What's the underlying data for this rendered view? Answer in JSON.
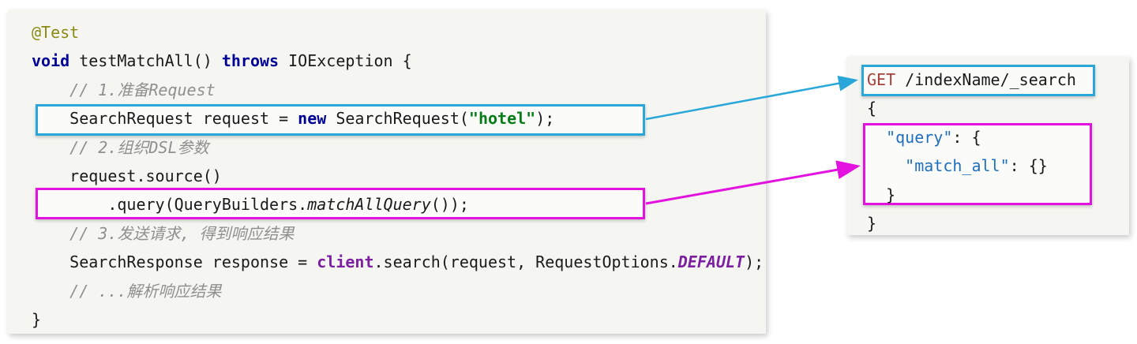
{
  "colors": {
    "panel_bg": "#F5F6F1",
    "box_cyan": "#29A7D9",
    "box_magenta": "#E412DE",
    "kw": "#000096",
    "annotation": "#8C8A16",
    "string": "#077D17",
    "comment": "#8F8F8F",
    "member": "#7C1FA0",
    "http_get": "#A8403A",
    "json_key": "#1E6FBE",
    "code": "#1A1A1A"
  },
  "left_code": {
    "description": "Java test method building an Elasticsearch match_all search request",
    "lines": [
      [
        {
          "t": "@Test",
          "c": "annotation"
        }
      ],
      [
        {
          "t": "void",
          "c": "kw"
        },
        {
          "t": " testMatchAll() "
        },
        {
          "t": "throws",
          "c": "kw"
        },
        {
          "t": " IOException {"
        }
      ],
      [
        {
          "t": "    // 1.准备Request",
          "c": "comment"
        }
      ],
      [
        {
          "t": "    SearchRequest request = "
        },
        {
          "t": "new",
          "c": "kw"
        },
        {
          "t": " SearchRequest("
        },
        {
          "t": "\"hotel\"",
          "c": "string"
        },
        {
          "t": ");"
        }
      ],
      [
        {
          "t": "    // 2.组织DSL参数",
          "c": "comment"
        }
      ],
      [
        {
          "t": "    request.source()"
        }
      ],
      [
        {
          "t": "        .query(QueryBuilders."
        },
        {
          "t": "matchAllQuery",
          "c": "italic"
        },
        {
          "t": "());"
        }
      ],
      [
        {
          "t": "    // 3.发送请求, 得到响应结果",
          "c": "comment"
        }
      ],
      [
        {
          "t": "    SearchResponse response = "
        },
        {
          "t": "client",
          "c": "member"
        },
        {
          "t": ".search(request, RequestOptions."
        },
        {
          "t": "DEFAULT",
          "c": "member-italic"
        },
        {
          "t": ");"
        }
      ],
      [
        {
          "t": "    // ...解析响应结果",
          "c": "comment"
        }
      ],
      [
        {
          "t": "}"
        }
      ]
    ]
  },
  "right_code": {
    "description": "Equivalent Elasticsearch DSL request",
    "lines": [
      [
        {
          "t": "GET",
          "c": "http"
        },
        {
          "t": " /indexName/_search"
        }
      ],
      [
        {
          "t": "{"
        }
      ],
      [
        {
          "t": "  "
        },
        {
          "t": "\"query\"",
          "c": "key"
        },
        {
          "t": ": {"
        }
      ],
      [
        {
          "t": "    "
        },
        {
          "t": "\"match_all\"",
          "c": "key"
        },
        {
          "t": ": {}"
        }
      ],
      [
        {
          "t": "  }"
        }
      ],
      [
        {
          "t": "}"
        }
      ]
    ]
  },
  "arrows": [
    {
      "name": "searchrequest-to-get",
      "color": "#29A7D9",
      "from": "SearchRequest line",
      "to": "GET /indexName/_search"
    },
    {
      "name": "querybuilder-to-dsl",
      "color": "#E412DE",
      "from": ".query(QueryBuilders.matchAllQuery())",
      "to": "query match_all block"
    }
  ]
}
